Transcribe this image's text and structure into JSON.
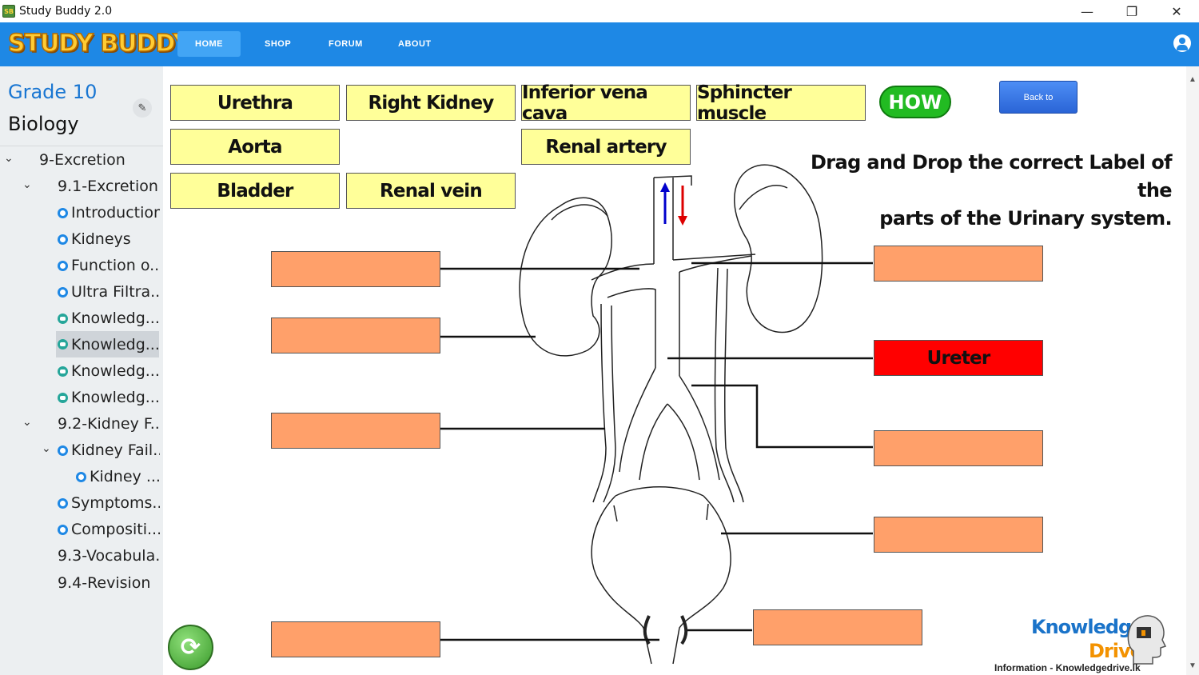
{
  "window": {
    "title": "Study Buddy 2.0",
    "icon_text": "SB",
    "minimize": "—",
    "restore": "❐",
    "close": "✕"
  },
  "nav": {
    "logo": "STUDY BUDDY",
    "items": [
      "HOME",
      "SHOP",
      "FORUM",
      "ABOUT"
    ],
    "active": "HOME"
  },
  "sidebar": {
    "grade": "Grade 10",
    "subject": "Biology",
    "tree": [
      {
        "label": "9-Excretion",
        "type": "chapter"
      },
      {
        "label": "9.1-Excretion",
        "type": "section"
      },
      {
        "label": "Introduction",
        "type": "video"
      },
      {
        "label": "Kidneys",
        "type": "video"
      },
      {
        "label": "Function o...",
        "type": "video"
      },
      {
        "label": "Ultra Filtra...",
        "type": "video"
      },
      {
        "label": "Knowledg...",
        "type": "quiz"
      },
      {
        "label": "Knowledg...",
        "type": "quiz",
        "selected": true
      },
      {
        "label": "Knowledg...",
        "type": "quiz"
      },
      {
        "label": "Knowledg...",
        "type": "quiz"
      },
      {
        "label": "9.2-Kidney F...",
        "type": "section"
      },
      {
        "label": "Kidney Fail...",
        "type": "video"
      },
      {
        "label": "Kidney ...",
        "type": "video"
      },
      {
        "label": "Symptoms...",
        "type": "video"
      },
      {
        "label": "Compositi...",
        "type": "video"
      },
      {
        "label": "9.3-Vocabula...",
        "type": "plain"
      },
      {
        "label": "9.4-Revision",
        "type": "plain"
      }
    ]
  },
  "activity": {
    "labels": [
      "Urethra",
      "Right Kidney",
      "Inferior vena cava",
      "Sphincter muscle",
      "Aorta",
      "Renal artery",
      "Bladder",
      "Renal vein"
    ],
    "how_label": "HOW",
    "back_label": "Back to",
    "instruction_line1": "Drag and Drop the correct Label of the",
    "instruction_line2": "parts of the Urinary system.",
    "placed_label": "Ureter",
    "colors": {
      "label_bg": "#ffff99",
      "slot_bg": "#ffa06a",
      "placed_bg": "#ff0000"
    }
  },
  "footer": {
    "brand_word1": "Knowledge",
    "brand_word2": "Drive",
    "info": "Information - Knowledgedrive.lk"
  }
}
